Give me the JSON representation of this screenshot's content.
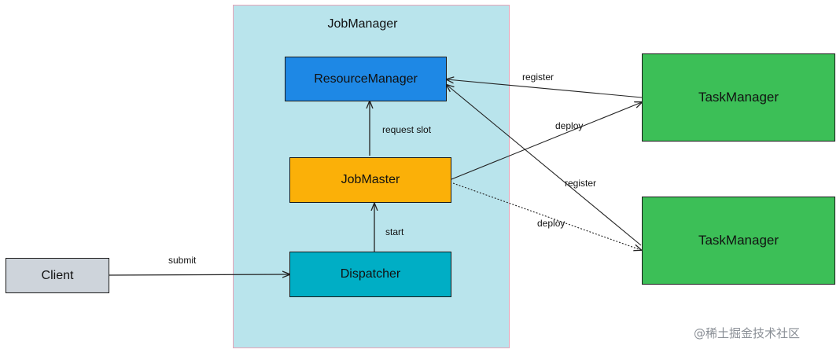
{
  "colors": {
    "jobmanager_fill": "#b9e4ec",
    "jobmanager_border": "#e7a4b8",
    "resource_manager": "#1e88e5",
    "job_master": "#fbb008",
    "dispatcher": "#00aec5",
    "client": "#ced4db",
    "task_manager": "#3cbf57"
  },
  "diagram": {
    "jobmanager_title": "JobManager",
    "resource_manager": "ResourceManager",
    "job_master": "JobMaster",
    "dispatcher": "Dispatcher",
    "client": "Client",
    "task_manager_top": "TaskManager",
    "task_manager_bottom": "TaskManager"
  },
  "edges": {
    "submit": "submit",
    "start": "start",
    "request_slot": "request slot",
    "register_top": "register",
    "deploy_top": "deploy",
    "register_bottom": "register",
    "deploy_bottom": "deploy"
  },
  "watermark": "@稀土掘金技术社区"
}
